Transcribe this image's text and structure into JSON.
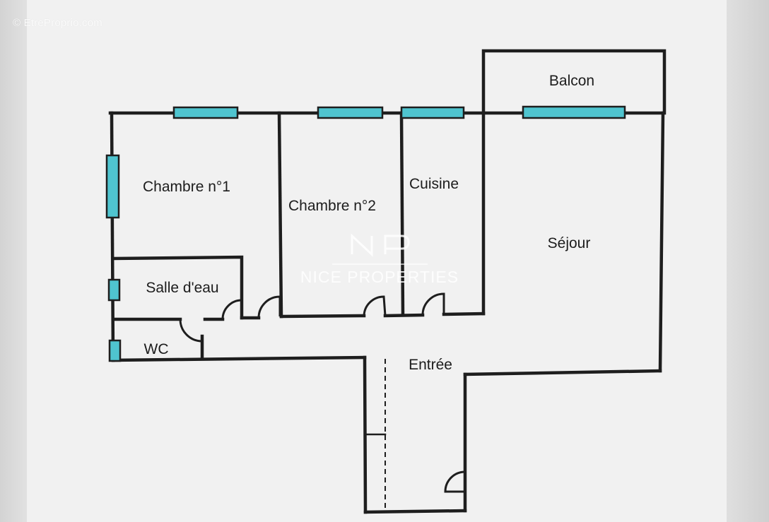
{
  "copyright": "© EtreProprio.com",
  "rooms": {
    "balcon": "Balcon",
    "chambre1": "Chambre n°1",
    "chambre2": "Chambre n°2",
    "cuisine": "Cuisine",
    "sejour": "Séjour",
    "salle_deau": "Salle d'eau",
    "wc": "WC",
    "entree": "Entrée"
  },
  "watermark": {
    "logo": "NP",
    "text": "NICE PROPERTIES"
  },
  "colors": {
    "wall": "#1e1e1e",
    "window": "#4fc4cf",
    "background": "#f1f1f1"
  }
}
